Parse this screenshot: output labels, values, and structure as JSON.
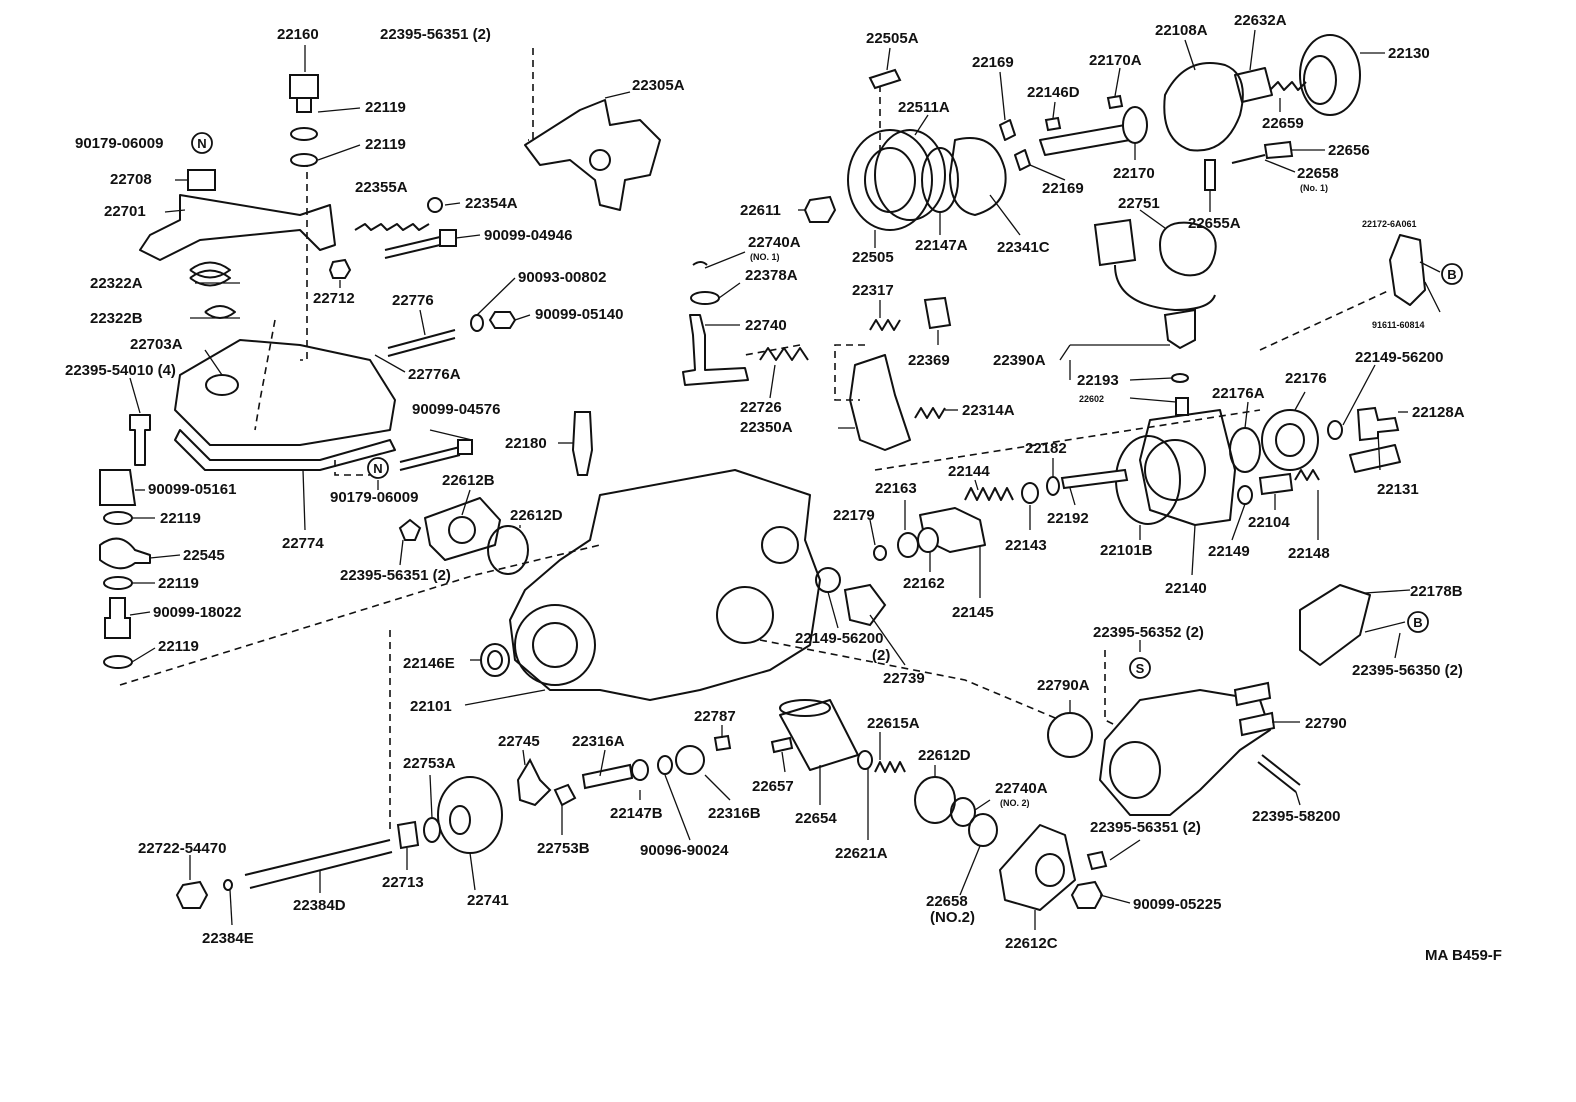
{
  "diagram": {
    "ref_code": "MA B459-F",
    "symbols": {
      "N": "N",
      "B": "B",
      "S": "S"
    },
    "notes": {
      "no1": "(NO. 1)",
      "no2": "(NO. 2)",
      "no1b": "(No. 1)",
      "no2b": "(NO.2)",
      "two": "(2)"
    },
    "labels": {
      "p22160": "22160",
      "p22395_56351_2_top": "22395-56351 (2)",
      "p22119_a": "22119",
      "p22119_b": "22119",
      "p90179_06009_a": "90179-06009",
      "p22708": "22708",
      "p22701": "22701",
      "p22355A": "22355A",
      "p22354A": "22354A",
      "p90099_04946": "90099-04946",
      "p22322A": "22322A",
      "p22322B": "22322B",
      "p22712": "22712",
      "p22776": "22776",
      "p90093_00802": "90093-00802",
      "p90099_05140": "90099-05140",
      "p22703A": "22703A",
      "p22395_54010_4": "22395-54010 (4)",
      "p22776A": "22776A",
      "p90099_04576": "90099-04576",
      "p22774": "22774",
      "p90179_06009_b": "90179-06009",
      "p90099_05161": "90099-05161",
      "p22119_c": "22119",
      "p22545": "22545",
      "p22119_d": "22119",
      "p90099_18022": "90099-18022",
      "p22119_e": "22119",
      "p22305A": "22305A",
      "p22505A": "22505A",
      "p22511A": "22511A",
      "p22169_a": "22169",
      "p22169_b": "22169",
      "p22170A": "22170A",
      "p22146D": "22146D",
      "p22170": "22170",
      "p22108A": "22108A",
      "p22632A": "22632A",
      "p22130": "22130",
      "p22659": "22659",
      "p22656": "22656",
      "p22658_1": "22658",
      "p22655A": "22655A",
      "p22611": "22611",
      "p22505": "22505",
      "p22147A": "22147A",
      "p22341C": "22341C",
      "p22751": "22751",
      "p22172_6A061": "22172-6A061",
      "p91611_60814": "91611-60814",
      "p22740A_1": "22740A",
      "p22378A": "22378A",
      "p22317": "22317",
      "p22740": "22740",
      "p22369": "22369",
      "p22390A": "22390A",
      "p22193": "22193",
      "p22149_56200_a": "22149-56200",
      "p22726": "22726",
      "p22350A": "22350A",
      "p22314A": "22314A",
      "p22602": "22602",
      "p22176A": "22176A",
      "p22176": "22176",
      "p22128A": "22128A",
      "p22180": "22180",
      "p22182": "22182",
      "p22144": "22144",
      "p22163": "22163",
      "p22131": "22131",
      "p22612B": "22612B",
      "p22612D_a": "22612D",
      "p22395_56351_2_mid": "22395-56351 (2)",
      "p22179": "22179",
      "p22162": "22162",
      "p22145": "22145",
      "p22143": "22143",
      "p22192": "22192",
      "p22101B": "22101B",
      "p22149": "22149",
      "p22104": "22104",
      "p22148": "22148",
      "p22140": "22140",
      "p22178B": "22178B",
      "p22149_56200_b": "22149-56200",
      "p22739": "22739",
      "p22395_56352_2": "22395-56352 (2)",
      "p22395_56350_2": "22395-56350 (2)",
      "p22146E": "22146E",
      "p22101": "22101",
      "p22790A": "22790A",
      "p22790": "22790",
      "p22787": "22787",
      "p22745": "22745",
      "p22316A": "22316A",
      "p22615A": "22615A",
      "p22612D_b": "22612D",
      "p22753A": "22753A",
      "p22657": "22657",
      "p22740A_2": "22740A",
      "p22147B": "22147B",
      "p22316B": "22316B",
      "p22654": "22654",
      "p22753B": "22753B",
      "p90096_90024": "90096-90024",
      "p22621A": "22621A",
      "p22395_56351_2_bot": "22395-56351 (2)",
      "p22395_58200": "22395-58200",
      "p22722_54470": "22722-54470",
      "p22713": "22713",
      "p22384D": "22384D",
      "p22741": "22741",
      "p22658_2": "22658",
      "p90099_05225": "90099-05225",
      "p22384E": "22384E",
      "p22612C": "22612C"
    }
  }
}
